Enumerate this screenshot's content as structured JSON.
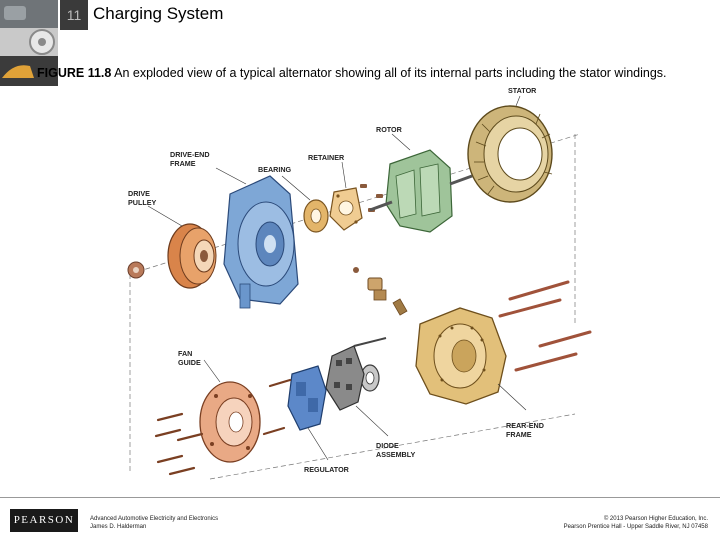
{
  "header": {
    "chapter_number": "11",
    "title": "Charging System"
  },
  "figure": {
    "number": "FIGURE 11.8",
    "caption": "An exploded view of a typical alternator showing all of its internal parts including the stator windings."
  },
  "diagram": {
    "labels": {
      "stator": "STATOR",
      "rotor": "ROTOR",
      "drive_end_frame_1": "DRIVE-END",
      "drive_end_frame_2": "FRAME",
      "retainer": "RETAINER",
      "bearing": "BEARING",
      "drive_pulley_1": "DRIVE",
      "drive_pulley_2": "PULLEY",
      "fan_guide_1": "FAN",
      "fan_guide_2": "GUIDE",
      "rear_end_frame_1": "REAR-END",
      "rear_end_frame_2": "FRAME",
      "diode_assembly_1": "DIODE",
      "diode_assembly_2": "ASSEMBLY",
      "regulator": "REGULATOR"
    },
    "colors": {
      "drive_end_frame": "#7ea7d6",
      "stator": "#cdb57a",
      "rotor": "#9fc49a",
      "pulley": "#d9844a",
      "rear_end_frame": "#e2c07a",
      "fan_guide": "#e9a985",
      "regulator": "#5c88c9",
      "diode_assembly": "#7a7a7a"
    }
  },
  "footer": {
    "logo": "PEARSON",
    "book_title": "Advanced Automotive Electricity and Electronics",
    "author": "James D. Halderman",
    "copyright": "© 2013 Pearson Higher Education, Inc.",
    "publisher": "Pearson Prentice Hall - Upper Saddle River, NJ 07458"
  }
}
